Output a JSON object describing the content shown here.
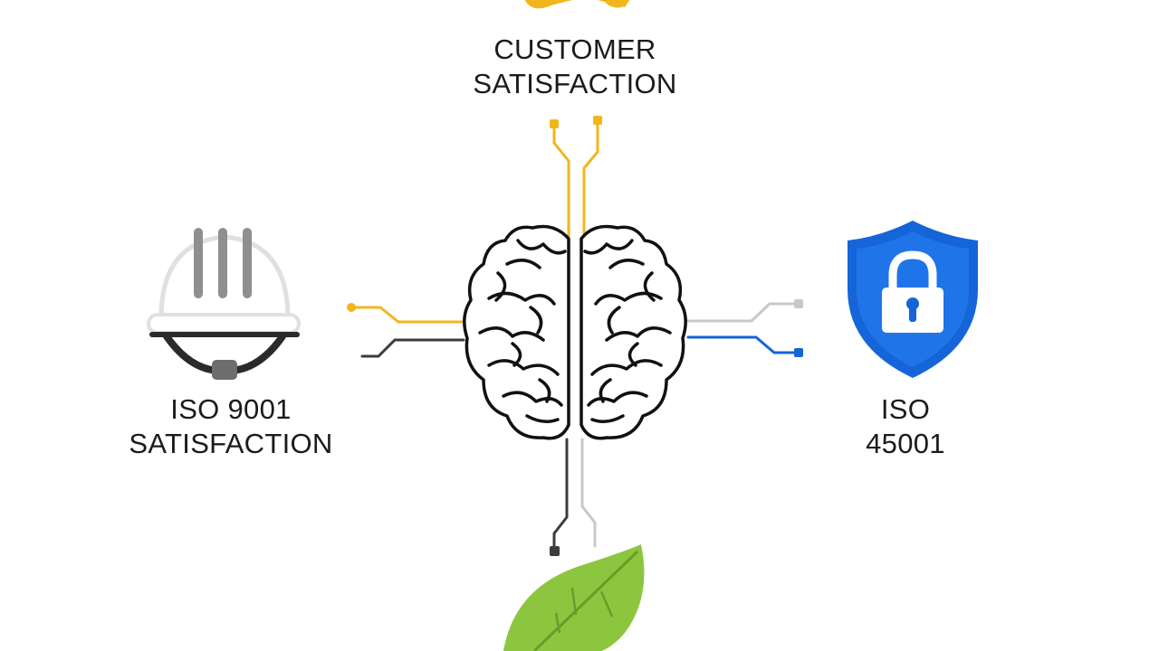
{
  "top_label": {
    "line1": "CUSTOMER",
    "line2": "SATISFACTION"
  },
  "left_label": {
    "line1": "ISO 9001",
    "line2": "SATISFACTION"
  },
  "right_label": {
    "line1": "ISO",
    "line2": "45001"
  },
  "icons": {
    "top": "ribbon-icon",
    "left": "hard-hat-icon",
    "center": "brain-icon",
    "right": "shield-lock-icon",
    "bottom": "leaf-icon"
  },
  "colors": {
    "yellow": "#f2b61d",
    "dark": "#3c3c3c",
    "grey": "#c8c8c8",
    "blue": "#1565d8",
    "leaf": "#8cc63f"
  }
}
